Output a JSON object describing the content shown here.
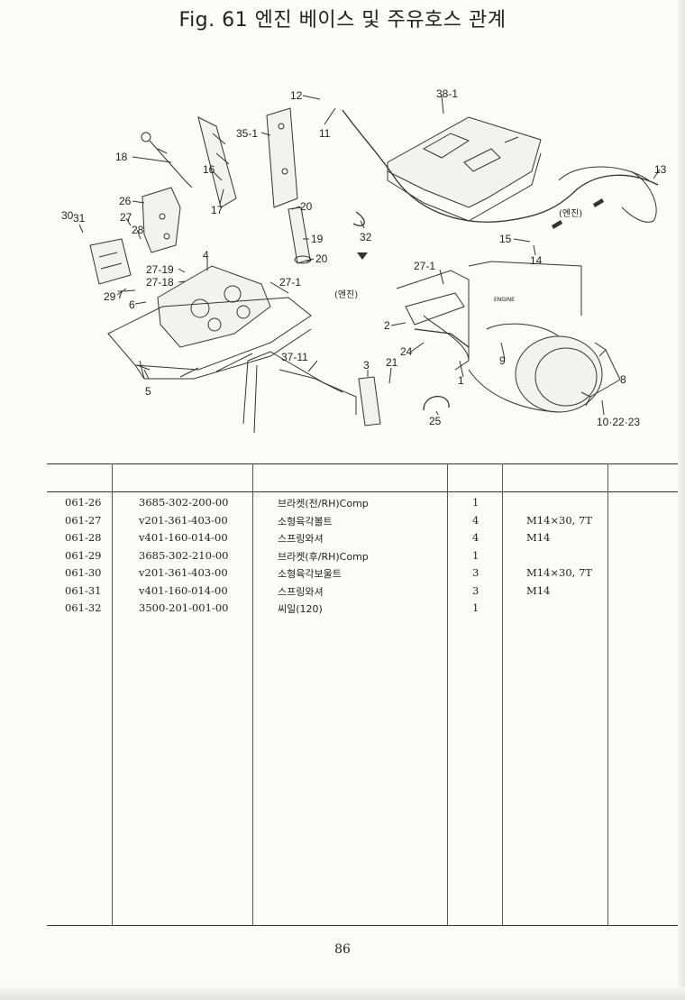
{
  "title": "Fig. 61   엔진 베이스 및 주유호스 관계",
  "diagram": {
    "callouts": [
      "12",
      "38-1",
      "11",
      "35-1",
      "18",
      "16",
      "17",
      "20",
      "19",
      "20",
      "32",
      "13",
      "26",
      "30",
      "31",
      "27",
      "28",
      "4",
      "27-19",
      "27-18",
      "7",
      "6",
      "29",
      "5",
      "27-1",
      "27-1",
      "2",
      "24",
      "37-11",
      "3",
      "21",
      "1",
      "9",
      "8",
      "25",
      "15",
      "14",
      "10·22·23"
    ],
    "notes": [
      "(엔진)",
      "(엔진)",
      "ENGINE"
    ]
  },
  "parts": [
    {
      "ref": "061-26",
      "part_no": "3685-302-200-00",
      "name": "브라켓(전/RH)Comp",
      "qty": "1",
      "spec": ""
    },
    {
      "ref": "061-27",
      "part_no": "v201-361-403-00",
      "name": "소형육각볼트",
      "qty": "4",
      "spec": "M14×30, 7T"
    },
    {
      "ref": "061-28",
      "part_no": "v401-160-014-00",
      "name": "스프링와셔",
      "qty": "4",
      "spec": "M14"
    },
    {
      "ref": "061-29",
      "part_no": "3685-302-210-00",
      "name": "브라켓(후/RH)Comp",
      "qty": "1",
      "spec": ""
    },
    {
      "ref": "061-30",
      "part_no": "v201-361-403-00",
      "name": "소형육각보울트",
      "qty": "3",
      "spec": "M14×30, 7T"
    },
    {
      "ref": "061-31",
      "part_no": "v401-160-014-00",
      "name": "스프링와셔",
      "qty": "3",
      "spec": "M14"
    },
    {
      "ref": "061-32",
      "part_no": "3500-201-001-00",
      "name": "씨일(120)",
      "qty": "1",
      "spec": ""
    }
  ],
  "page_number": "86"
}
